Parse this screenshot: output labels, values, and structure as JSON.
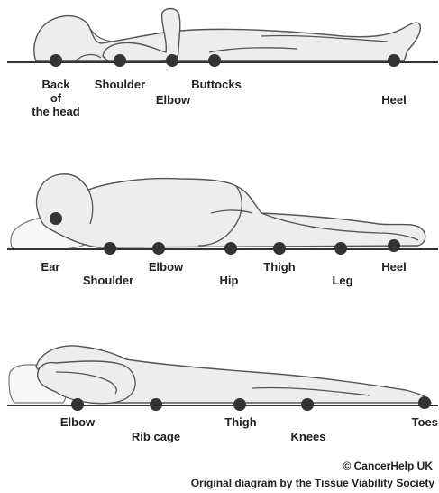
{
  "figures": [
    {
      "position": "supine",
      "points": [
        {
          "label_lines": [
            "Back",
            "of",
            "the head"
          ]
        },
        {
          "label_lines": [
            "Shoulder"
          ]
        },
        {
          "label_lines": [
            "Elbow"
          ]
        },
        {
          "label_lines": [
            "Buttocks"
          ]
        },
        {
          "label_lines": [
            "Heel"
          ]
        }
      ]
    },
    {
      "position": "side-lying",
      "points": [
        {
          "label_lines": [
            "Ear"
          ]
        },
        {
          "label_lines": [
            "Shoulder"
          ]
        },
        {
          "label_lines": [
            "Elbow"
          ]
        },
        {
          "label_lines": [
            "Hip"
          ]
        },
        {
          "label_lines": [
            "Thigh"
          ]
        },
        {
          "label_lines": [
            "Leg"
          ]
        },
        {
          "label_lines": [
            "Heel"
          ]
        }
      ]
    },
    {
      "position": "prone",
      "points": [
        {
          "label_lines": [
            "Elbow"
          ]
        },
        {
          "label_lines": [
            "Rib cage"
          ]
        },
        {
          "label_lines": [
            "Thigh"
          ]
        },
        {
          "label_lines": [
            "Knees"
          ]
        },
        {
          "label_lines": [
            "Toes"
          ]
        }
      ]
    }
  ],
  "credits": {
    "copyright": "© CancerHelp UK",
    "source": "Original diagram by the Tissue Viability Society"
  },
  "colors": {
    "body_fill": "#ededed",
    "outline": "#555555",
    "pressure_dot": "#333333"
  }
}
